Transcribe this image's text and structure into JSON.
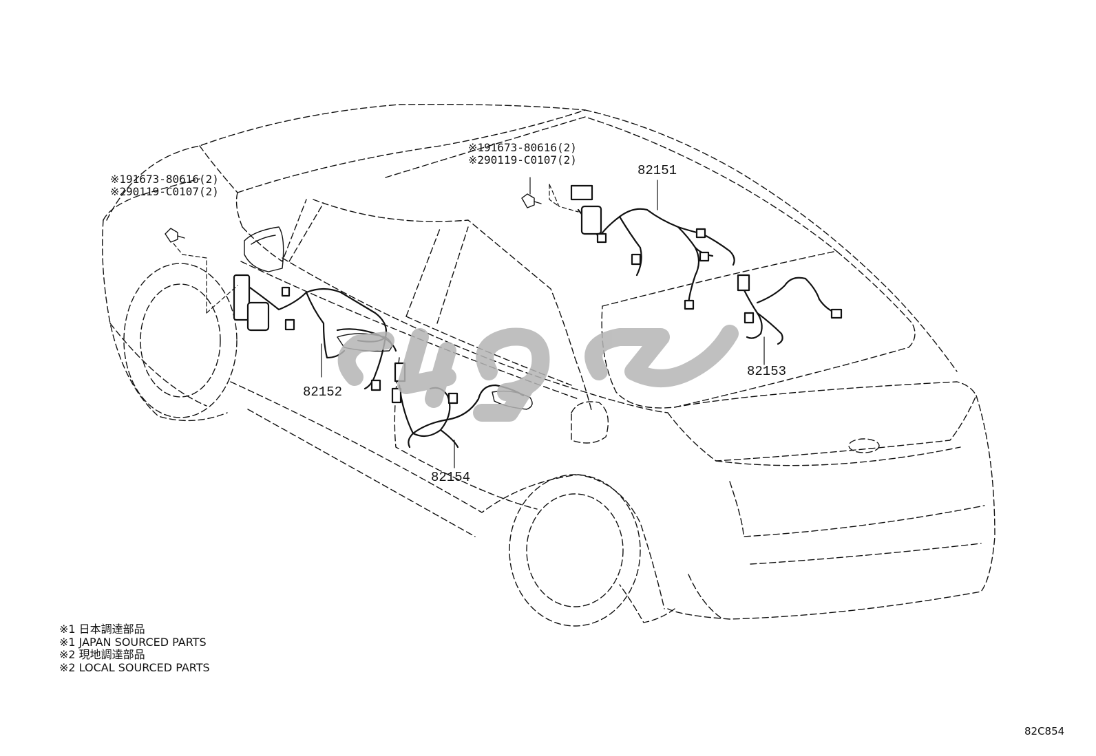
{
  "callouts": {
    "left": {
      "line1": "※191673-80616(2)",
      "line2": "※290119-C0107(2)"
    },
    "right": {
      "line1": "※191673-80616(2)",
      "line2": "※290119-C0107(2)"
    }
  },
  "part_labels": {
    "p82151": "82151",
    "p82152": "82152",
    "p82153": "82153",
    "p82154": "82154"
  },
  "notes": [
    "※1 日本調達部品",
    "※1 JAPAN SOURCED PARTS",
    "※2 現地調達部品",
    "※2 LOCAL SOURCED PARTS"
  ],
  "diagram_code": "82C854",
  "colors": {
    "line": "#111111",
    "watermark": "#b5b5b5"
  }
}
